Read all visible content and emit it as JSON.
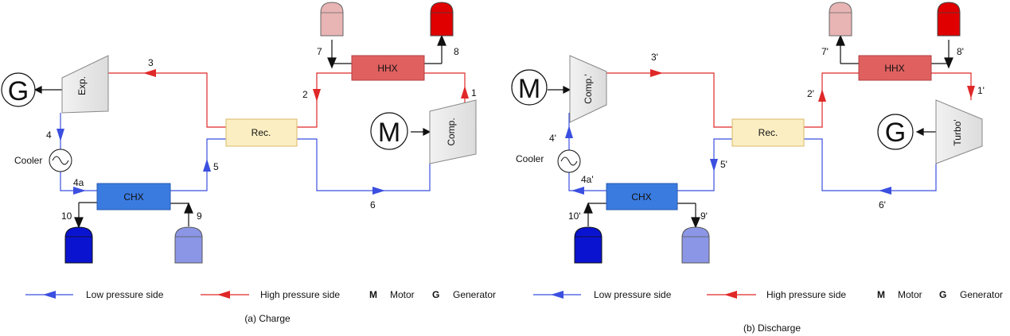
{
  "colors": {
    "low_pressure": "#3b4fe0",
    "high_pressure": "#e02828",
    "hot_tank_1": "#e8b4b4",
    "hot_tank_2": "#e00000",
    "cold_tank_1": "#0a14d0",
    "cold_tank_2": "#8c96e6",
    "hhx": "#e06060",
    "chx": "#3a7be0",
    "rec": "#fbeec2"
  },
  "charge": {
    "caption": "(a) Charge",
    "points": {
      "p1": "1",
      "p2": "2",
      "p3": "3",
      "p4": "4",
      "p4a": "4a",
      "p5": "5",
      "p6": "6",
      "p7": "7",
      "p8": "8",
      "p9": "9",
      "p10": "10"
    },
    "components": {
      "hhx": "HHX",
      "chx": "CHX",
      "rec": "Rec.",
      "cooler": "Cooler",
      "expander": "Exp.",
      "compressor": "Comp.",
      "generator": "G",
      "motor": "M"
    }
  },
  "discharge": {
    "caption": "(b) Discharge",
    "points": {
      "p1": "1'",
      "p2": "2'",
      "p3": "3'",
      "p4": "4'",
      "p4a": "4a'",
      "p5": "5'",
      "p6": "6'",
      "p7": "7'",
      "p8": "8'",
      "p9": "9'",
      "p10": "10'"
    },
    "components": {
      "hhx": "HHX",
      "chx": "CHX",
      "rec": "Rec.",
      "cooler": "Cooler",
      "compressor": "Comp.'",
      "turbine": "Turbo'",
      "generator": "G",
      "motor": "M"
    }
  },
  "legend": {
    "low": "Low pressure side",
    "high": "High pressure side",
    "motor_symbol": "M",
    "motor": "Motor",
    "generator_symbol": "G",
    "generator": "Generator"
  }
}
